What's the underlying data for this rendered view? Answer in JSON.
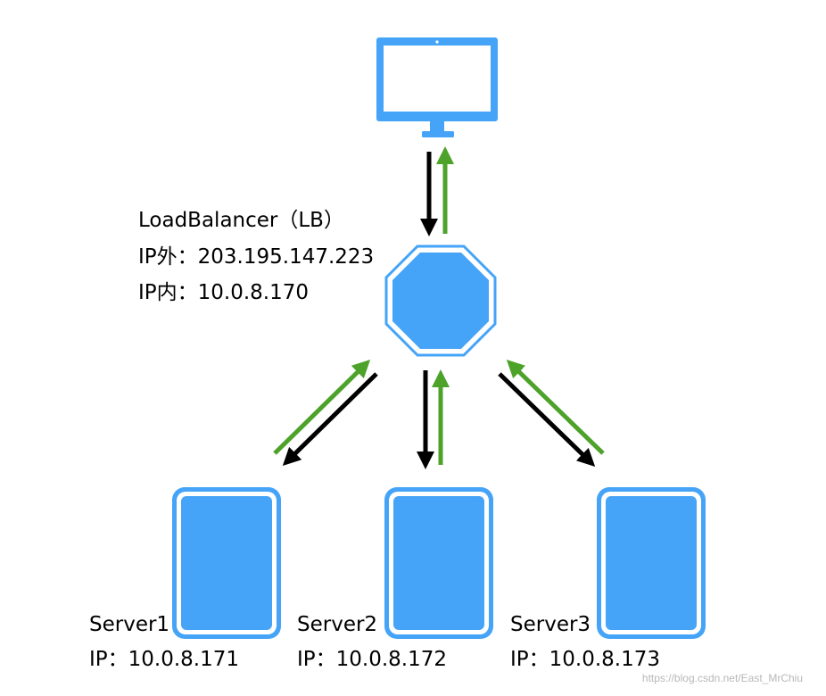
{
  "colors": {
    "device_fill": "#45a4f8",
    "device_outline": "#45a4f8",
    "request_arrow": "#000000",
    "response_arrow": "#4da22a",
    "background": "#ffffff",
    "watermark": "#b8b8b8"
  },
  "icons": {
    "client": "monitor-icon",
    "load_balancer": "octagon-icon",
    "server": "server-tablet-icon"
  },
  "load_balancer": {
    "name": "LoadBalancer（LB）",
    "ip_external": "IP外：203.195.147.223",
    "ip_internal": "IP内：10.0.8.170"
  },
  "servers": [
    {
      "name": "Server1",
      "ip": "IP：10.0.8.171"
    },
    {
      "name": "Server2",
      "ip": "IP：10.0.8.172"
    },
    {
      "name": "Server3",
      "ip": "IP：10.0.8.173"
    }
  ],
  "watermark": "https://blog.csdn.net/East_MrChiu"
}
